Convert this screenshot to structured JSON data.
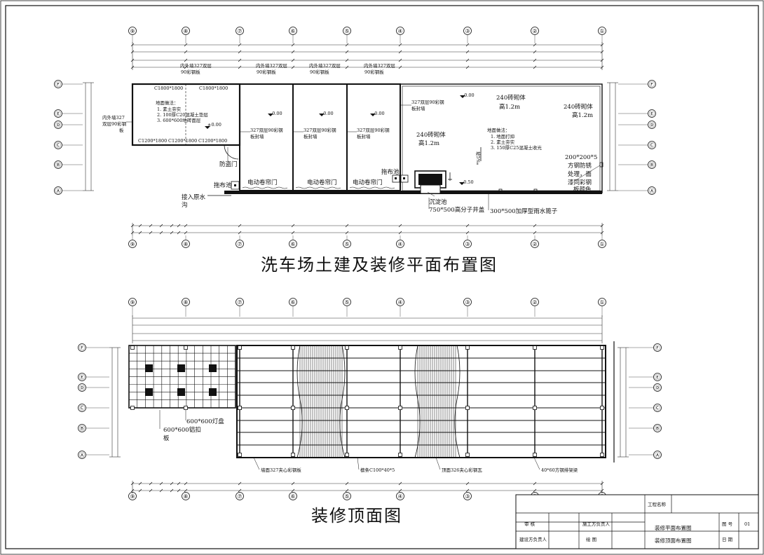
{
  "titles": {
    "floor_plan": "洗车场土建及装修平面布置图",
    "ceiling_plan": "装修顶面图"
  },
  "grid": {
    "columns": [
      "⑨",
      "⑧",
      "⑦",
      "⑥",
      "⑤",
      "④",
      "③",
      "②",
      "①"
    ],
    "rows": [
      "Ⓕ",
      "Ⓔ",
      "Ⓓ",
      "Ⓒ",
      "Ⓑ",
      "Ⓐ"
    ]
  },
  "floor_notes": {
    "wall_top_1": [
      "内外墙327双层",
      "90彩钢板"
    ],
    "wall_top_2": [
      "内外墙327双层",
      "90彩钢板"
    ],
    "wall_top_3": [
      "内外墙327双层",
      "90彩钢板"
    ],
    "wall_top_4": [
      "内外墙327双层",
      "90彩钢板"
    ],
    "left_wall": [
      "内外墙327",
      "双层90彩钢",
      "板"
    ],
    "window_top_1": "C1800*1800",
    "window_top_2": "C1800*1800",
    "window_bottom_1": "C1200*1800",
    "window_bottom_2": "C1200*1800",
    "window_bottom_3": "C1200*1800",
    "room_floor": [
      "地面做法：",
      "1. 素土夯实",
      "2. 100厚C20混凝土垫层",
      "3. 600*600地砖面层"
    ],
    "room_elev": "±0.00",
    "bay_elev_1": "-0.00",
    "bay_elev_2": "-0.00",
    "bay_elev_3": "-0.00",
    "bay_elev_4": "-0.00",
    "bay_elev_5": "-0.50",
    "partition_1": [
      "327双层90彩钢",
      "板封墙"
    ],
    "partition_2": [
      "327双层90彩钢",
      "板封墙"
    ],
    "partition_3": [
      "327双层90彩钢",
      "板封墙"
    ],
    "partition_4": [
      "327双层90彩钢",
      "板封墙"
    ],
    "brick_1": [
      "240砖砌体",
      "高1.2m"
    ],
    "brick_2": [
      "240砖砌体",
      "高1.2m"
    ],
    "brick_3": [
      "240砖砌体",
      "高1.2m"
    ],
    "bay_floor": [
      "地面做法：",
      "1. 地面打抑",
      "2. 素土夯实",
      "3. 150厚C25混凝土收光"
    ],
    "slope": "坡5‰",
    "steel_post": [
      "200*200*5",
      "方钢防锈",
      "处理，面",
      "漆同彩钢",
      "板颜色"
    ],
    "anti_theft_door": "防盗门",
    "mop_pool_1": "拖布池",
    "mop_pool_2": "拖布池",
    "roller_door_1": "电动卷帘门",
    "roller_door_2": "电动卷帘门",
    "roller_door_3": "电动卷帘门",
    "inlet": [
      "接入原水",
      "沟"
    ],
    "sediment": "沉淀池",
    "well_cover": "750*500高分子井盖",
    "grate": "300*500加厚型雨水篦子"
  },
  "ceiling_notes": {
    "lamp": "600*600灯盘",
    "alu_panel": [
      "600*600铝扣",
      "板"
    ],
    "wall_panel": "墙面327夹心彩钢板",
    "purlin": "檩条C100*40*5",
    "roof_panel": "顶面326夹心彩钢瓦",
    "truss": "40*60方钢排架梁"
  },
  "title_block": {
    "project_label": "工程名称",
    "reviewer": "审 核",
    "builder_rep": "施工方负责人",
    "client_rep": "建设方负责人",
    "drawer": "绘 图",
    "drawing_1": "装修平面布置图",
    "drawing_2": "装修顶面布置图",
    "sheet_no_label": "图 号",
    "sheet_no": "01",
    "date_label": "日 期"
  }
}
